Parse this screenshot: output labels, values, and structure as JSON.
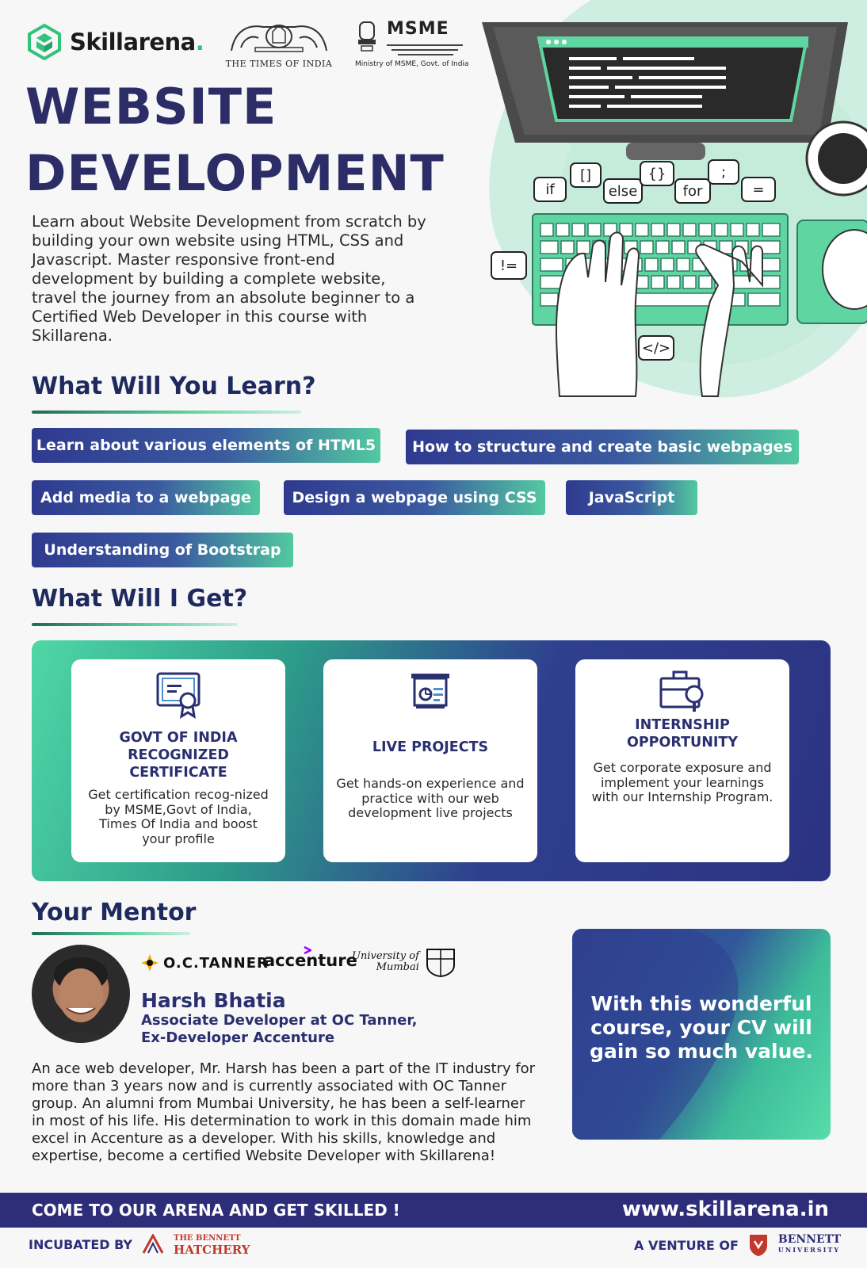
{
  "header": {
    "brand_name": "Skillarena",
    "brand_dot": ".",
    "toi_label": "THE TIMES OF INDIA",
    "msme_word": "MSME",
    "msme_caption": "Ministry of MSME, Govt. of India"
  },
  "title": {
    "line1": "WEBSITE",
    "line2": "DEVELOPMENT"
  },
  "intro": "Learn about Website Development from scratch by building your own website using HTML, CSS and Javascript. Master responsive front-end development by building a complete website, travel the journey from an absolute beginner to a Certified Web Developer in this course with Skillarena.",
  "illustration": {
    "bubbles": [
      "if",
      "[]",
      "else",
      "{}",
      "for",
      ";",
      "=",
      "!=",
      "</>"
    ]
  },
  "learn": {
    "heading": "What Will You Learn?",
    "topics": [
      "Learn about various elements of HTML5",
      "How to structure and create basic webpages",
      "Add media to a webpage",
      "Design a webpage using CSS",
      "JavaScript",
      "Understanding of Bootstrap"
    ]
  },
  "get": {
    "heading": "What Will I Get?",
    "cards": [
      {
        "icon": "certificate-icon",
        "title": "GOVT OF INDIA RECOGNIZED CERTIFICATE",
        "text": "Get certification recog-nized by MSME,Govt of India, Times Of India and boost your profile"
      },
      {
        "icon": "presentation-board-icon",
        "title": "LIVE PROJECTS",
        "text": "Get hands-on experience and practice with our web development live projects"
      },
      {
        "icon": "briefcase-search-icon",
        "title": "INTERNSHIP OPPORTUNITY",
        "text": "Get corporate exposure and implement your learnings  with our Internship Program."
      }
    ]
  },
  "mentor": {
    "heading": "Your Mentor",
    "logos": {
      "octanner": "O.C.TANNER",
      "accenture": "accenture",
      "mumbai_line1": "University of",
      "mumbai_line2": "Mumbai"
    },
    "name": "Harsh Bhatia",
    "role_line1": "Associate Developer at OC Tanner,",
    "role_line2": "Ex-Developer Accenture",
    "bio": "An ace web developer, Mr. Harsh has been a part of the IT industry for more than 3 years now and is currently associated with OC Tanner group. An alumni from Mumbai University, he has been a self-learner in most of his life. His determination to work in this domain made him excel in Accenture as a developer. With his skills, knowledge and expertise, become a certified Website Developer with Skillarena!"
  },
  "value_box": {
    "text": "With this wonderful course, your CV will gain so much value."
  },
  "footer": {
    "tagline": "COME TO OUR ARENA AND GET SKILLED !",
    "url": "www.skillarena.in",
    "incubated_label": "INCUBATED BY",
    "hatchery_line1": "THE BENNETT",
    "hatchery_line2": "HATCHERY",
    "venture_label": "A VENTURE OF",
    "bennett_line1": "BENNETT",
    "bennett_line2": "UNIVERSITY"
  },
  "colors": {
    "navy": "#2c2c66",
    "accent_green": "#33c27a",
    "footer_bg": "#2d2d7a"
  }
}
